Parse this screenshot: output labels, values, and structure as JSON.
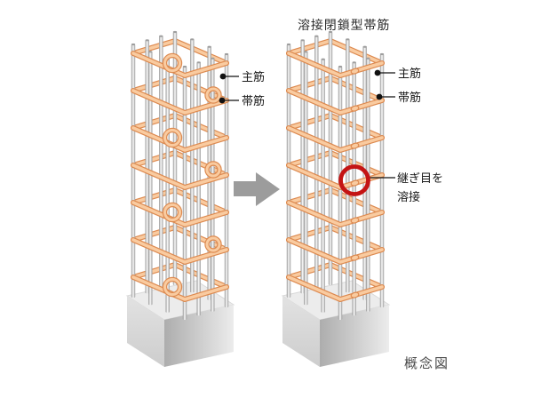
{
  "diagram": {
    "title": "溶接閉鎖型帯筋",
    "caption": "概念図",
    "left_column": {
      "label_main_bar": "主筋",
      "label_hoop": "帯筋"
    },
    "right_column": {
      "label_main_bar": "主筋",
      "label_hoop": "帯筋",
      "label_weld_joint": "継ぎ目を\n溶接"
    },
    "icons": {
      "arrow": "right-block-arrow-icon",
      "highlight": "red-circle-highlight"
    },
    "colors": {
      "hoop_light": "#F9CBA0",
      "hoop_dark": "#DD8A50",
      "bar_dark": "#8F8F8F",
      "bar_light": "#F7F7F7",
      "base_top": "#ECECEC",
      "base_left_light": "#E2E2E2",
      "base_left_dark": "#CDCDCD",
      "base_right_dark": "#ADADAD",
      "base_right_light": "#ECECEC",
      "arrow": "#9C9C9C",
      "highlight_red": "#C41414",
      "leader": "#111111"
    }
  }
}
